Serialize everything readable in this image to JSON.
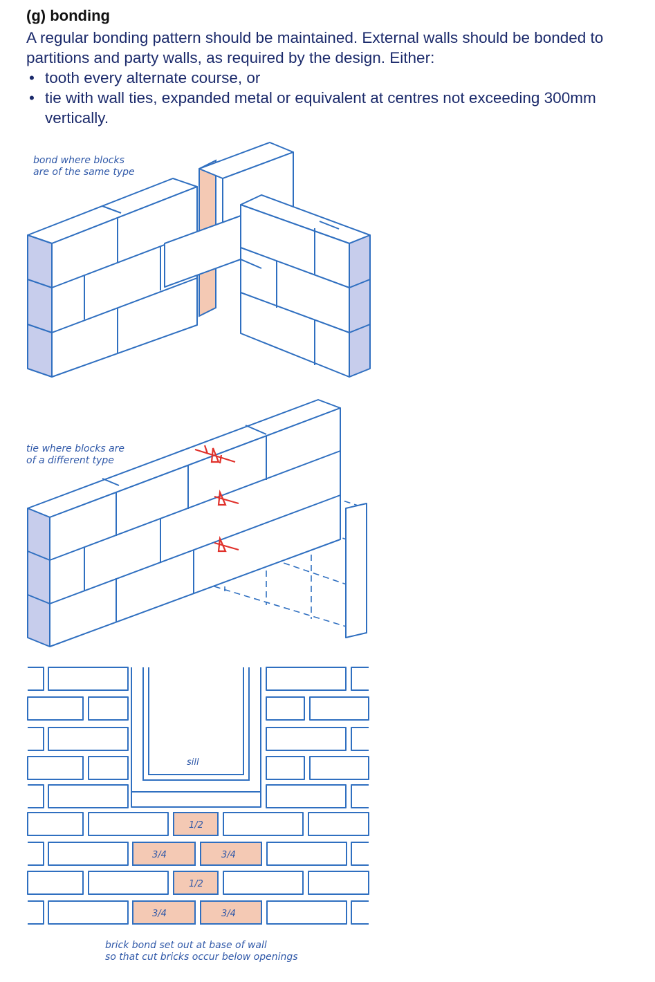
{
  "heading": "(g) bonding",
  "paragraph": "A regular bonding pattern should be maintained. External walls should be bonded to partitions and party walls, as required by the design. Either:",
  "bullets": [
    "tooth every alternate course, or",
    "tie with wall ties, expanded metal or equivalent at centres not exceeding 300mm vertically."
  ],
  "figure1": {
    "caption_line1": "bond where blocks",
    "caption_line2": "are of the same type"
  },
  "figure2": {
    "caption_line1": "tie where blocks are",
    "caption_line2": "of a different type"
  },
  "figure3": {
    "sill_label": "sill",
    "cut_labels": [
      "1/2",
      "3/4",
      "3/4",
      "1/2",
      "3/4",
      "3/4"
    ],
    "caption_line1": "brick bond set out at base of wall",
    "caption_line2": "so that cut bricks occur below openings"
  },
  "colors": {
    "text": "#1b2a6b",
    "line": "#2f6fc0",
    "block_end": "#c7cdec",
    "cut_brick": "#f4c9b4",
    "tie": "#e0302a"
  }
}
